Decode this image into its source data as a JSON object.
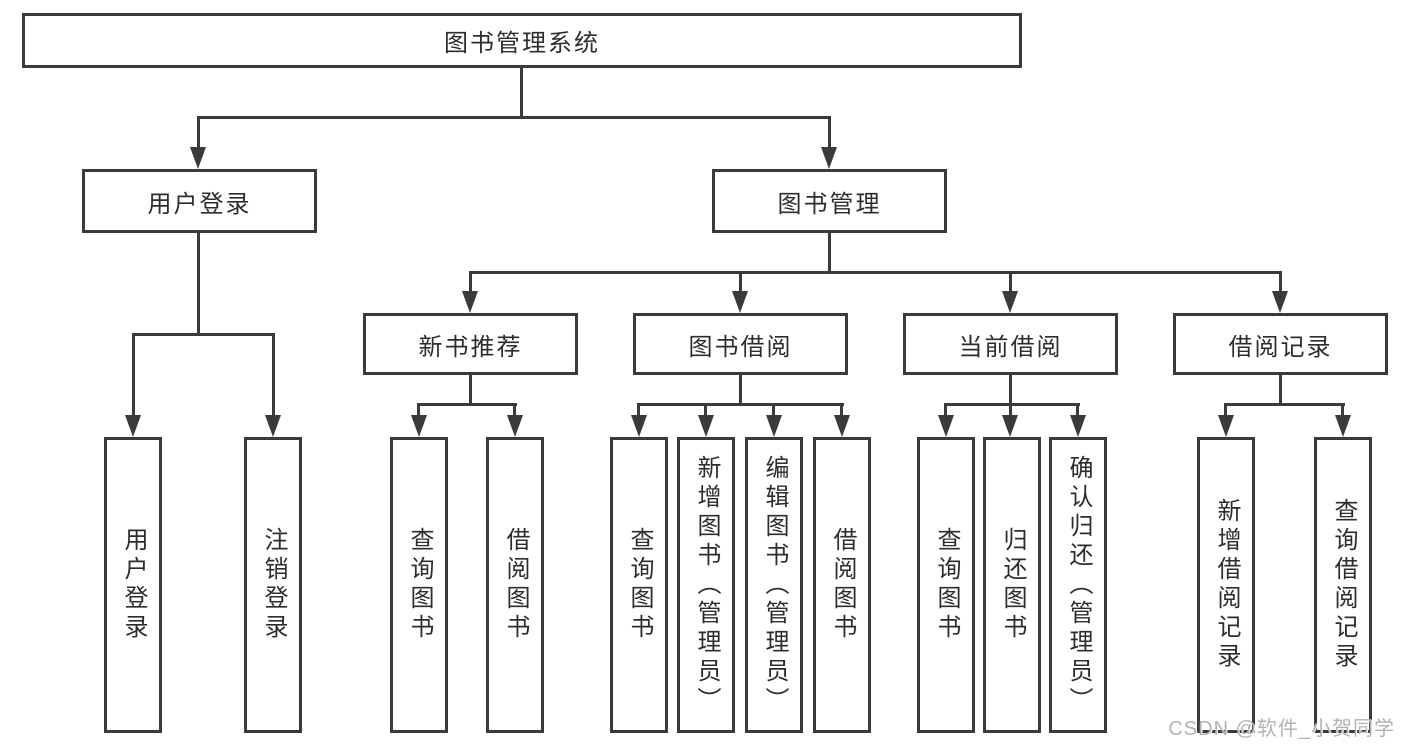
{
  "tree": {
    "root": {
      "label": "图书管理系统"
    },
    "children": [
      {
        "label": "用户登录",
        "children": [
          {
            "label": "用户登录"
          },
          {
            "label": "注销登录"
          }
        ]
      },
      {
        "label": "图书管理",
        "children": [
          {
            "label": "新书推荐",
            "children": [
              {
                "label": "查询图书"
              },
              {
                "label": "借阅图书"
              }
            ]
          },
          {
            "label": "图书借阅",
            "children": [
              {
                "label": "查询图书"
              },
              {
                "label": "新增图书（管理员）"
              },
              {
                "label": "编辑图书（管理员）"
              },
              {
                "label": "借阅图书"
              }
            ]
          },
          {
            "label": "当前借阅",
            "children": [
              {
                "label": "查询图书"
              },
              {
                "label": "归还图书"
              },
              {
                "label": "确认归还（管理员）"
              }
            ]
          },
          {
            "label": "借阅记录",
            "children": [
              {
                "label": "新增借阅记录"
              },
              {
                "label": "查询借阅记录"
              }
            ]
          }
        ]
      }
    ]
  },
  "watermark": {
    "text": "CSDN @软件_小贺同学"
  },
  "colors": {
    "line": "#3a3a3a",
    "text": "#2d2d2d",
    "background": "#ffffff",
    "watermark": "#b3b3b3"
  }
}
